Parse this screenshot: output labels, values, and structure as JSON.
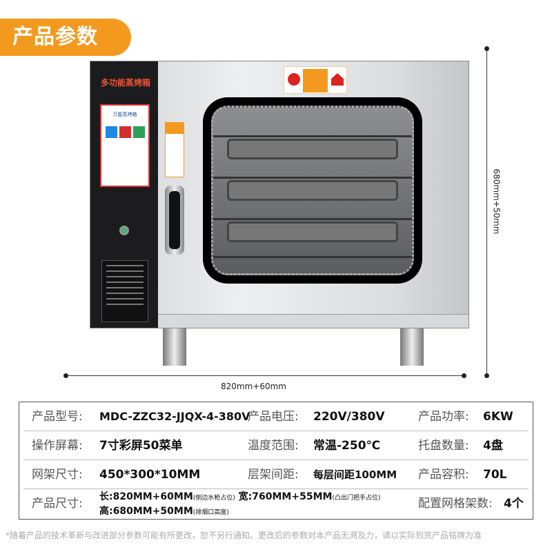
{
  "header": {
    "title": "产品参数"
  },
  "product_image": {
    "panel_title": "多功能蒸烤箱",
    "screen_title": "万能蒸烤箱",
    "colors": {
      "accent": "#f39a1e",
      "panel": "#1c1c1e",
      "title_red": "#e8553a"
    }
  },
  "dimensions": {
    "width_label": "820mm+60mm",
    "height_label": "680mm+50mm"
  },
  "specs": {
    "rows": [
      [
        {
          "k": "产品型号:",
          "v": "MDC-ZZC32-JJQX-4-380V"
        },
        {
          "k": "产品电压:",
          "v": "220V/380V"
        },
        {
          "k": "产品功率:",
          "v": "6KW"
        }
      ],
      [
        {
          "k": "操作屏幕:",
          "v": "7寸彩屏50菜单"
        },
        {
          "k": "温度范围:",
          "v": "常温-250℃"
        },
        {
          "k": "托盘数量:",
          "v": "4盘"
        }
      ],
      [
        {
          "k": "网架尺寸:",
          "v": "450*300*10MM"
        },
        {
          "k": "层架间距:",
          "v": "每层间距100MM"
        },
        {
          "k": "产品容积:",
          "v": "70L"
        }
      ]
    ],
    "size": {
      "k": "产品尺寸:",
      "length": "长:820MM+60MM",
      "length_note": "(侧边水枪占位)",
      "width": "宽:760MM+55MM",
      "width_note": "(凸出门把手占位)",
      "height": "高:680MM+50MM",
      "height_note": "(排烟口高度)"
    },
    "racks": {
      "k": "配置网格架数:",
      "v": "4个"
    }
  },
  "footnote": "*随着产品的技术革新与改进部分参数可能有所更改，恕不另行通知。更改后的参数对本产品无溯及力，请以实际到货产品铭牌为准"
}
